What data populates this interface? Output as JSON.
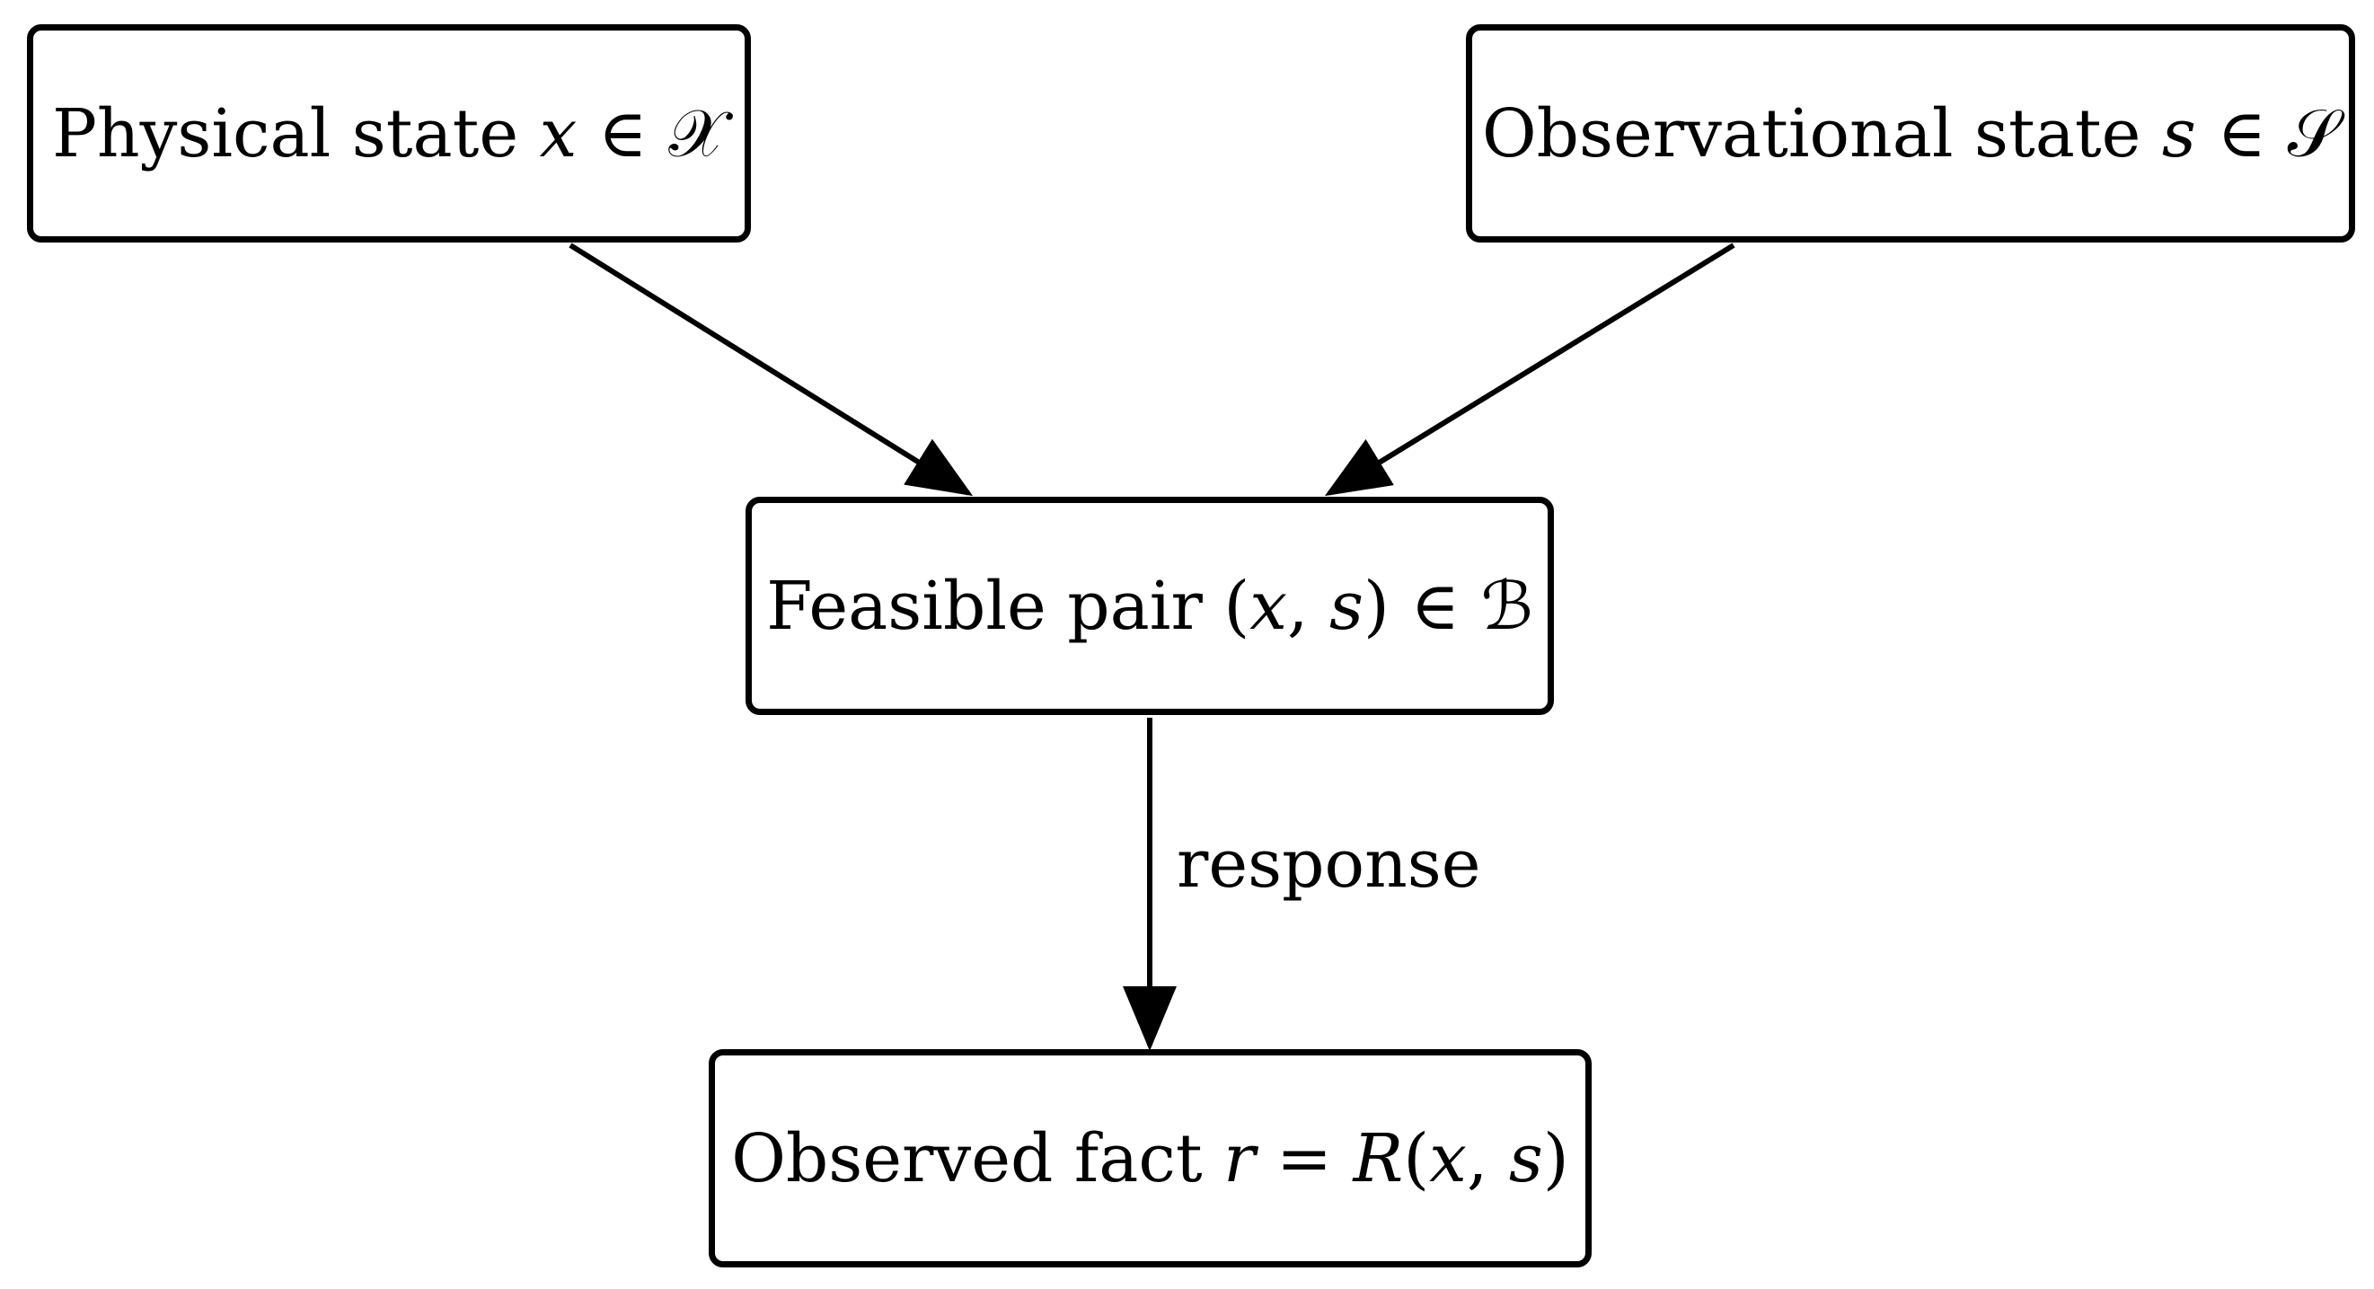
{
  "diagram": {
    "nodes": {
      "physical_state": {
        "text": "Physical state ",
        "math_var": "x",
        "math_rel": " ∈ ",
        "math_set": "𝒳"
      },
      "observational_state": {
        "text": "Observational state ",
        "math_var": "s",
        "math_rel": " ∈ ",
        "math_set": "𝒮"
      },
      "feasible_pair": {
        "text": "Feasible pair ",
        "math_open": "(",
        "math_var1": "x",
        "math_sep": ", ",
        "math_var2": "s",
        "math_close": ")",
        "math_rel": " ∈ ",
        "math_set": "ℬ"
      },
      "observed_fact": {
        "text": "Observed fact ",
        "math_var": "r",
        "math_rel": " = ",
        "math_func": "R",
        "math_open": "(",
        "math_var1": "x",
        "math_sep": ", ",
        "math_var2": "s",
        "math_close": ")"
      }
    },
    "edges": {
      "response_label": "response"
    }
  }
}
